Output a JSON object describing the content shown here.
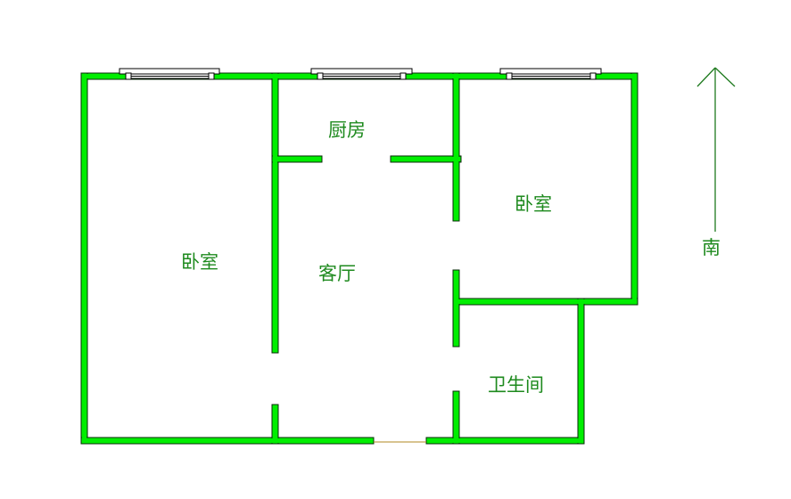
{
  "floorplan": {
    "wall_color": "#00ee00",
    "wall_outline": "#0a2a0a",
    "label_color": "#1e8a1e",
    "rooms": [
      {
        "id": "bedroom-left",
        "label": "卧室"
      },
      {
        "id": "kitchen",
        "label": "厨房"
      },
      {
        "id": "living-room",
        "label": "客厅"
      },
      {
        "id": "bedroom-right",
        "label": "卧室"
      },
      {
        "id": "bathroom",
        "label": "卫生间"
      }
    ],
    "windows": 3,
    "entrance_door": "bottom"
  },
  "compass": {
    "label": "南",
    "direction": "up"
  }
}
